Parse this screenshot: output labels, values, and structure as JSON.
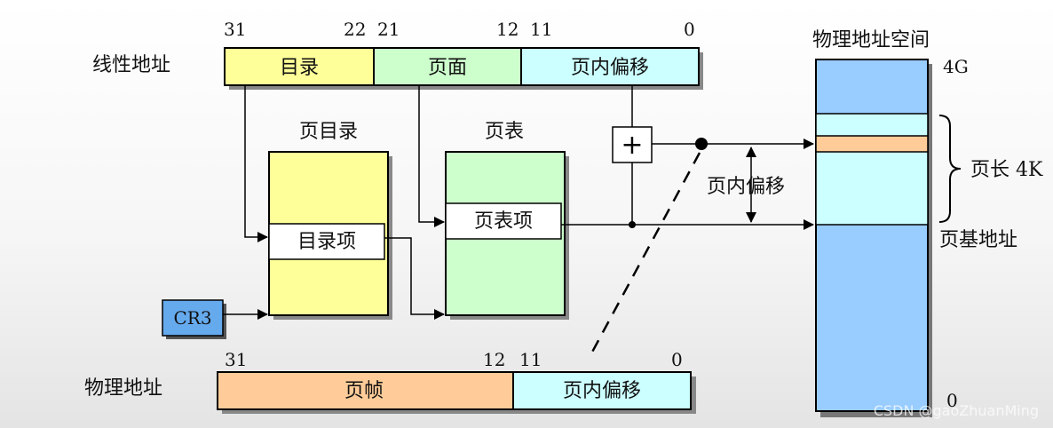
{
  "linear_address": {
    "label": "线性地址",
    "bits": [
      "31",
      "22",
      "21",
      "12",
      "11",
      "0"
    ],
    "fields": [
      "目录",
      "页面",
      "页内偏移"
    ]
  },
  "page_directory": {
    "title": "页目录",
    "entry": "目录项"
  },
  "page_table": {
    "title": "页表",
    "entry": "页表项"
  },
  "cr3": "CR3",
  "adder_symbol": "+",
  "offset_label": "页内偏移",
  "physical_address": {
    "label": "物理地址",
    "bits": [
      "31",
      "12",
      "11",
      "0"
    ],
    "fields": [
      "页帧",
      "页内偏移"
    ]
  },
  "physical_space": {
    "title": "物理地址空间",
    "top": "4G",
    "bottom": "0",
    "page_size": "页长 4K",
    "page_base": "页基地址"
  },
  "watermark": "CSDN @gaoZhuanMing",
  "colors": {
    "yellow": "#ffff99",
    "green": "#ccffcc",
    "cyan": "#ccffff",
    "orange": "#ffcc99",
    "blue": "#99ccff",
    "cr3": "#66aaee"
  }
}
